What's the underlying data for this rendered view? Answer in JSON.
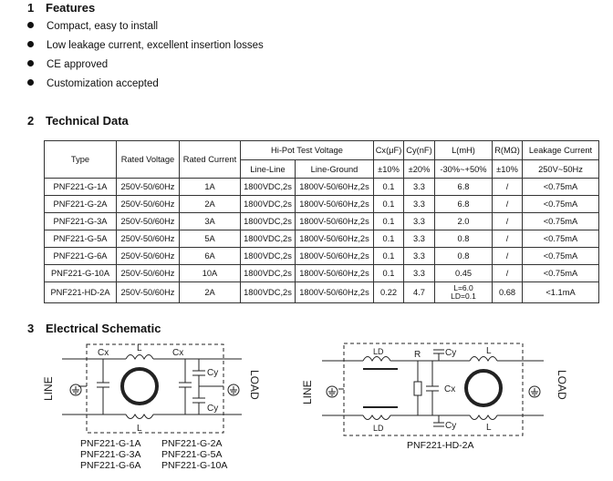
{
  "features": {
    "number": "1",
    "title": "Features",
    "items": [
      "Compact, easy to install",
      "Low leakage current, excellent insertion losses",
      "CE approved",
      "Customization accepted"
    ]
  },
  "technical": {
    "number": "2",
    "title": "Technical Data",
    "headers": {
      "type": "Type",
      "rated_voltage": "Rated Voltage",
      "rated_current": "Rated Current",
      "hipot": "Hi-Pot Test Voltage",
      "line_line": "Line-Line",
      "line_ground": "Line-Ground",
      "cx": "Cx(μF)",
      "cx_tol": "±10%",
      "cy": "Cy(nF)",
      "cy_tol": "±20%",
      "l": "L(mH)",
      "l_tol": "-30%~+50%",
      "r": "R(MΩ)",
      "r_tol": "±10%",
      "leak": "Leakage Current",
      "leak_cond": "250V~50Hz"
    },
    "rows": [
      {
        "type": "PNF221-G-1A",
        "voltage": "250V-50/60Hz",
        "current": "1A",
        "ll": "1800VDC,2s",
        "lg": "1800V-50/60Hz,2s",
        "cx": "0.1",
        "cy": "3.3",
        "l": "6.8",
        "r": "/",
        "leak": "<0.75mA"
      },
      {
        "type": "PNF221-G-2A",
        "voltage": "250V-50/60Hz",
        "current": "2A",
        "ll": "1800VDC,2s",
        "lg": "1800V-50/60Hz,2s",
        "cx": "0.1",
        "cy": "3.3",
        "l": "6.8",
        "r": "/",
        "leak": "<0.75mA"
      },
      {
        "type": "PNF221-G-3A",
        "voltage": "250V-50/60Hz",
        "current": "3A",
        "ll": "1800VDC,2s",
        "lg": "1800V-50/60Hz,2s",
        "cx": "0.1",
        "cy": "3.3",
        "l": "2.0",
        "r": "/",
        "leak": "<0.75mA"
      },
      {
        "type": "PNF221-G-5A",
        "voltage": "250V-50/60Hz",
        "current": "5A",
        "ll": "1800VDC,2s",
        "lg": "1800V-50/60Hz,2s",
        "cx": "0.1",
        "cy": "3.3",
        "l": "0.8",
        "r": "/",
        "leak": "<0.75mA"
      },
      {
        "type": "PNF221-G-6A",
        "voltage": "250V-50/60Hz",
        "current": "6A",
        "ll": "1800VDC,2s",
        "lg": "1800V-50/60Hz,2s",
        "cx": "0.1",
        "cy": "3.3",
        "l": "0.8",
        "r": "/",
        "leak": "<0.75mA"
      },
      {
        "type": "PNF221-G-10A",
        "voltage": "250V-50/60Hz",
        "current": "10A",
        "ll": "1800VDC,2s",
        "lg": "1800V-50/60Hz,2s",
        "cx": "0.1",
        "cy": "3.3",
        "l": "0.45",
        "r": "/",
        "leak": "<0.75mA"
      },
      {
        "type": "PNF221-HD-2A",
        "voltage": "250V-50/60Hz",
        "current": "2A",
        "ll": "1800VDC,2s",
        "lg": "1800V-50/60Hz,2s",
        "cx": "0.22",
        "cy": "4.7",
        "l_line1": "L=6.0",
        "l_line2": "LD=0.1",
        "r": "0.68",
        "leak": "<1.1mA"
      }
    ]
  },
  "schematic": {
    "number": "3",
    "title": "Electrical Schematic",
    "left": {
      "line_label": "LINE",
      "load_label": "LOAD",
      "cx_left": "Cx",
      "cx_right": "Cx",
      "l_top": "L",
      "l_bottom": "L",
      "cy_top": "Cy",
      "cy_bottom": "Cy",
      "models_col1": [
        "PNF221-G-1A",
        "PNF221-G-3A",
        "PNF221-G-6A"
      ],
      "models_col2": [
        "PNF221-G-2A",
        "PNF221-G-5A",
        "PNF221-G-10A"
      ]
    },
    "right": {
      "line_label": "LINE",
      "load_label": "LOAD",
      "ld_top": "LD",
      "ld_bottom": "LD",
      "r_label": "R",
      "cy_top": "Cy",
      "cx_label": "Cx",
      "cy_bottom": "Cy",
      "l_top": "L",
      "l_bottom": "L",
      "model": "PNF221-HD-2A"
    }
  }
}
